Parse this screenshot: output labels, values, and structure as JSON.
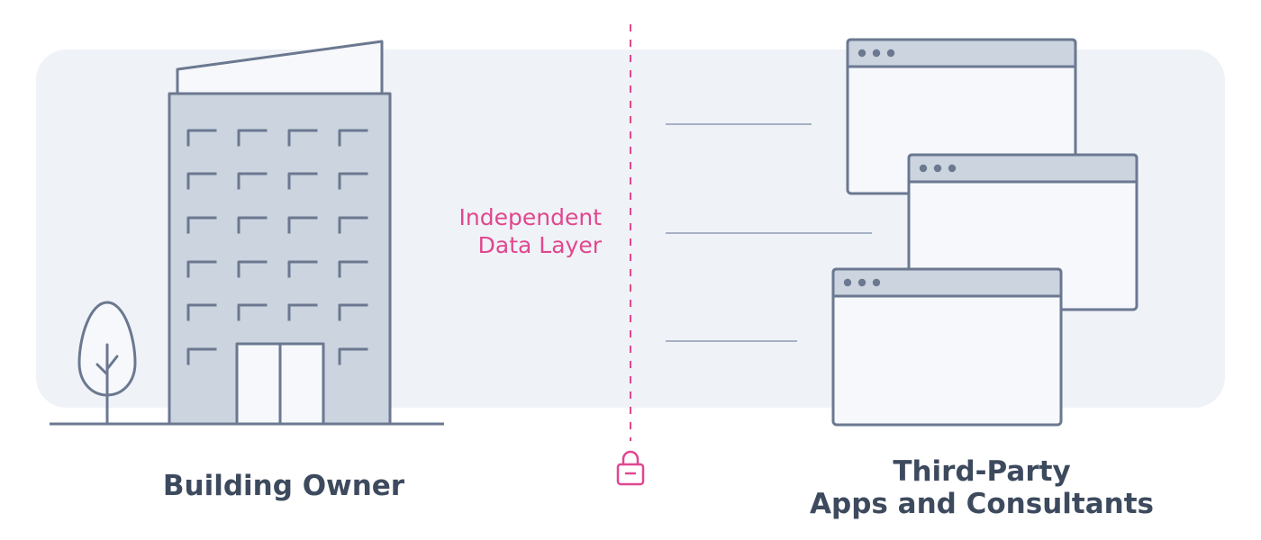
{
  "owner": {
    "label": "Building Owner"
  },
  "data_layer": {
    "line1": "Independent",
    "line2": "Data Layer"
  },
  "third_party": {
    "line1": "Third-Party",
    "line2": "Apps and Consultants"
  },
  "icons": {
    "building": "building-icon",
    "tree": "tree-icon",
    "lock": "lock-icon",
    "app_window": "app-window-icon"
  },
  "colors": {
    "panel_background": "#eff2f7",
    "outline": "#6b7890",
    "building_fill": "#cbd4df",
    "window_fill": "#f6f8fb",
    "accent": "#e0478f",
    "caption_text": "#3d4a5e",
    "connector_line": "#a7b1c4"
  }
}
